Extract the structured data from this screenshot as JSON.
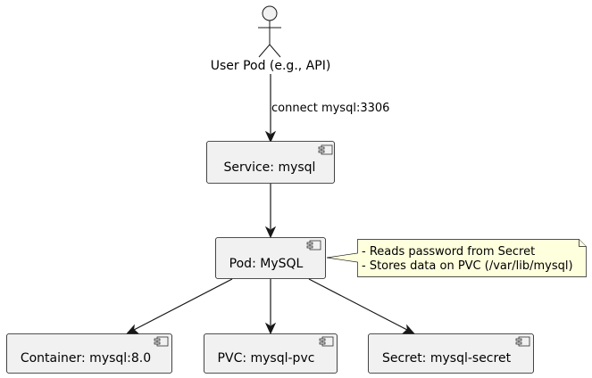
{
  "diagram": {
    "actor": {
      "label": "User Pod (e.g., API)",
      "icon": "stick-figure-icon"
    },
    "edges": {
      "actor_to_service": {
        "label": "connect mysql:3306"
      }
    },
    "nodes": {
      "service": {
        "label": "Service: mysql",
        "icon": "component-icon"
      },
      "pod": {
        "label": "Pod: MySQL",
        "icon": "component-icon"
      },
      "container": {
        "label": "Container: mysql:8.0",
        "icon": "component-icon"
      },
      "pvc": {
        "label": "PVC: mysql-pvc",
        "icon": "component-icon"
      },
      "secret": {
        "label": "Secret: mysql-secret",
        "icon": "component-icon"
      }
    },
    "note": {
      "lines": [
        "- Reads password from Secret",
        "- Stores data on PVC (/var/lib/mysql)"
      ]
    },
    "colors": {
      "node_fill": "#F1F1F1",
      "note_fill": "#FEFFDD",
      "stroke": "#181818"
    }
  }
}
